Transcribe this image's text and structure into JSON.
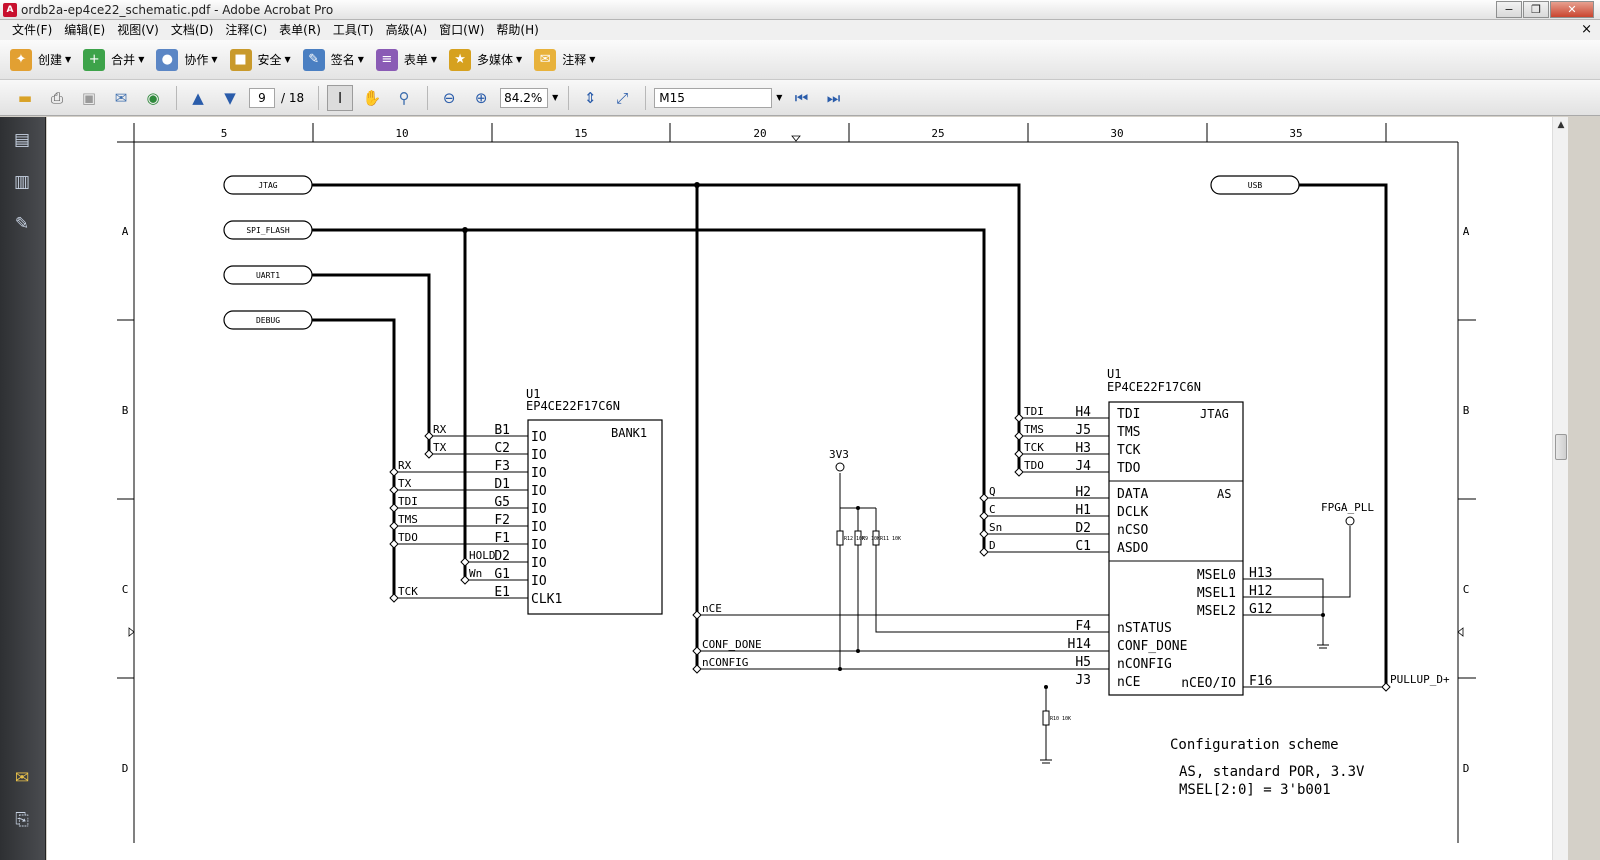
{
  "window": {
    "title": "ordb2a-ep4ce22_schematic.pdf - Adobe Acrobat Pro",
    "minimize": "−",
    "maximize": "❐",
    "close": "✕",
    "doc_close": "×"
  },
  "menu": [
    "文件(F)",
    "编辑(E)",
    "视图(V)",
    "文档(D)",
    "注释(C)",
    "表单(R)",
    "工具(T)",
    "高级(A)",
    "窗口(W)",
    "帮助(H)"
  ],
  "toolbar": {
    "tasks": [
      {
        "label": "创建",
        "icon": "create-icon",
        "color": "#e2a032"
      },
      {
        "label": "合并",
        "icon": "combine-icon",
        "color": "#3da34a"
      },
      {
        "label": "协作",
        "icon": "collaborate-icon",
        "color": "#5b86c5"
      },
      {
        "label": "安全",
        "icon": "lock-icon",
        "color": "#c99a2c"
      },
      {
        "label": "签名",
        "icon": "pen-icon",
        "color": "#4a7fc2"
      },
      {
        "label": "表单",
        "icon": "form-icon",
        "color": "#8a5bb5"
      },
      {
        "label": "多媒体",
        "icon": "multimedia-icon",
        "color": "#d6a11f"
      },
      {
        "label": "注释",
        "icon": "comment-icon",
        "color": "#e8b23b"
      }
    ]
  },
  "nav": {
    "page_current": "9",
    "page_total": "/ 18",
    "zoom": "84.2%",
    "find": "M15"
  },
  "ruler": {
    "numbers": [
      "5",
      "10",
      "15",
      "20",
      "25",
      "30",
      "35"
    ]
  },
  "border_rows": [
    "A",
    "B",
    "C",
    "D"
  ],
  "schematic": {
    "ports": [
      "JTAG",
      "SPI_FLASH",
      "UART1",
      "DEBUG",
      "USB"
    ],
    "bank_chip": {
      "ref": "U1",
      "part": "EP4CE22F17C6N",
      "title": "BANK1",
      "pins": [
        {
          "num": "B1",
          "name": "IO",
          "net": "RX"
        },
        {
          "num": "C2",
          "name": "IO",
          "net": "TX"
        },
        {
          "num": "F3",
          "name": "IO",
          "net": "RX"
        },
        {
          "num": "D1",
          "name": "IO",
          "net": "TX"
        },
        {
          "num": "G5",
          "name": "IO",
          "net": "TDI"
        },
        {
          "num": "F2",
          "name": "IO",
          "net": "TMS"
        },
        {
          "num": "F1",
          "name": "IO",
          "net": "TDO"
        },
        {
          "num": "D2",
          "name": "IO",
          "net": "HOLD"
        },
        {
          "num": "G1",
          "name": "IO",
          "net": "Wn"
        },
        {
          "num": "E1",
          "name": "CLK1",
          "net": "TCK"
        }
      ]
    },
    "config_chip": {
      "ref": "U1",
      "part": "EP4CE22F17C6N",
      "jtag_title": "JTAG",
      "as_title": "AS",
      "jtag_pins": [
        {
          "num": "H4",
          "name": "TDI",
          "net": "TDI"
        },
        {
          "num": "J5",
          "name": "TMS",
          "net": "TMS"
        },
        {
          "num": "H3",
          "name": "TCK",
          "net": "TCK"
        },
        {
          "num": "J4",
          "name": "TDO",
          "net": "TDO"
        }
      ],
      "as_pins": [
        {
          "num": "H2",
          "name": "DATA",
          "net": "Q"
        },
        {
          "num": "H1",
          "name": "DCLK",
          "net": "C"
        },
        {
          "num": "D2",
          "name": "nCSO",
          "net": "Sn"
        },
        {
          "num": "C1",
          "name": "ASDO",
          "net": "D"
        }
      ],
      "msel_pins": [
        {
          "num": "H13",
          "name": "MSEL0"
        },
        {
          "num": "H12",
          "name": "MSEL1"
        },
        {
          "num": "G12",
          "name": "MSEL2"
        }
      ],
      "ctrl_pins": [
        {
          "num": "F4",
          "name": "nSTATUS"
        },
        {
          "num": "H14",
          "name": "CONF_DONE"
        },
        {
          "num": "H5",
          "name": "nCONFIG"
        },
        {
          "num": "J3",
          "name": "nCE"
        }
      ],
      "out_pin": {
        "num": "F16",
        "name": "nCEO/IO",
        "net": "PULLUP_D+"
      }
    },
    "nets": {
      "nce": "nCE",
      "conf_done": "CONF_DONE",
      "nconfig": "nCONFIG",
      "power": "3V3",
      "fpga_pll": "FPGA_PLL"
    },
    "resistors": {
      "r12": "R12 10K",
      "r9": "R9 10K",
      "r11": "R11 10K",
      "r10": "R10 10K"
    },
    "notes": {
      "title": "Configuration scheme",
      "line1": "AS, standard POR, 3.3V",
      "line2": "MSEL[2:0] = 3'b001"
    }
  }
}
